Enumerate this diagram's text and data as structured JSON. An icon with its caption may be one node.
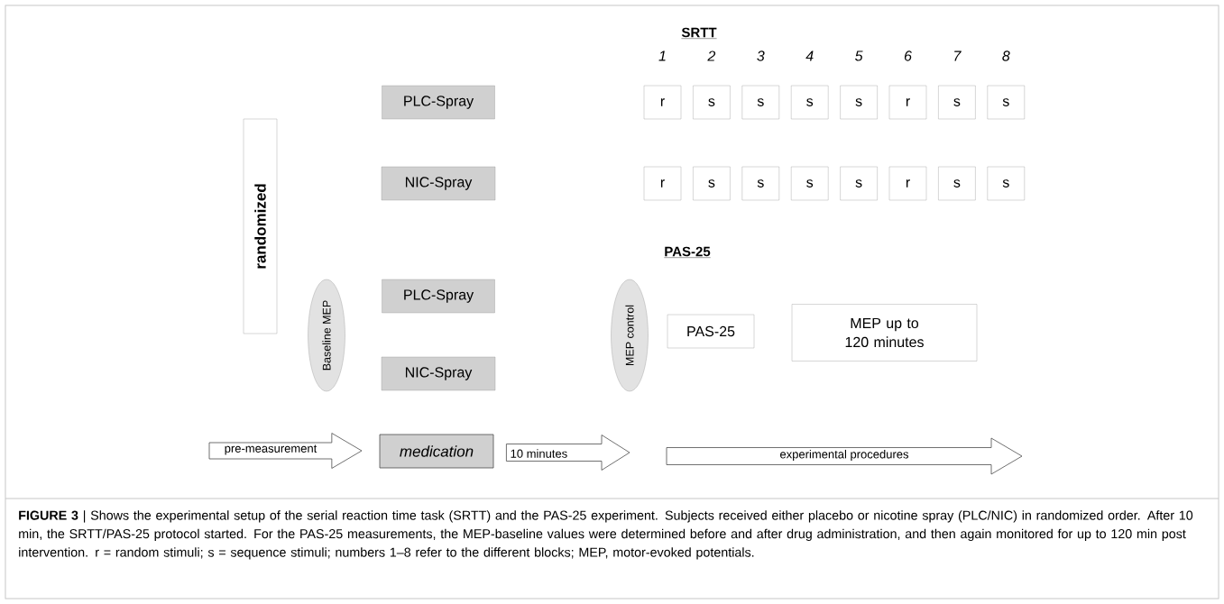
{
  "diagram": {
    "caption": "**FIGURE 3** | Shows the experimental setup of the serial reaction time task (SRTT) and the PAS-25 experiment. Subjects received either placebo or nicotine spray (PLC/NIC) in randomized order. After 10 min, the SRTT/PAS-25 protocol started. For the PAS-25 measurements, the MEP-baseline values were determined before and after drug administration, and then again monitored for up to 120 min post intervention. r = random stimuli; s = sequence stimuli; numbers 1–8 refer to the different blocks; MEP, motor-evoked potentials.",
    "nodes": [
      {
        "text": [
          "PLC-Spray"
        ]
      },
      {
        "text": [
          "r"
        ]
      },
      {
        "text": [
          "s"
        ]
      },
      {
        "text": [
          "s"
        ]
      },
      {
        "text": [
          "s"
        ]
      },
      {
        "text": [
          "s"
        ]
      },
      {
        "text": [
          "r"
        ]
      },
      {
        "text": [
          "s"
        ]
      },
      {
        "text": [
          "s"
        ]
      },
      {
        "text": [
          "randomized"
        ]
      },
      {
        "text": [
          "NIC-Spray"
        ]
      },
      {
        "text": [
          "r"
        ]
      },
      {
        "text": [
          "s"
        ]
      },
      {
        "text": [
          "s"
        ]
      },
      {
        "text": [
          "s"
        ]
      },
      {
        "text": [
          "s"
        ]
      },
      {
        "text": [
          "r"
        ]
      },
      {
        "text": [
          "s"
        ]
      },
      {
        "text": [
          "s"
        ]
      },
      {
        "text": [
          "Baseline MEP"
        ]
      },
      {
        "text": [
          "PLC-Spray"
        ]
      },
      {
        "text": [
          "MEP control"
        ]
      },
      {
        "text": [
          "PAS-25"
        ]
      },
      {
        "text": [
          "MEP up to 120 minutes"
        ]
      },
      {
        "text": [
          "NIC-Spray"
        ]
      },
      {
        "text": [
          "pre-measurement"
        ]
      },
      {
        "text": [
          "medication"
        ]
      },
      {
        "text": [
          "experimental procedures"
        ]
      }
    ],
    "edges": [
      {
        "from": 26,
        "to": 21,
        "arrow": "to",
        "label": "10 minutes"
      }
    ],
    "labels": [
      "SRTT",
      "1",
      "2",
      "3",
      "4",
      "5",
      "6",
      "7",
      "8",
      "PAS-25"
    ]
  }
}
